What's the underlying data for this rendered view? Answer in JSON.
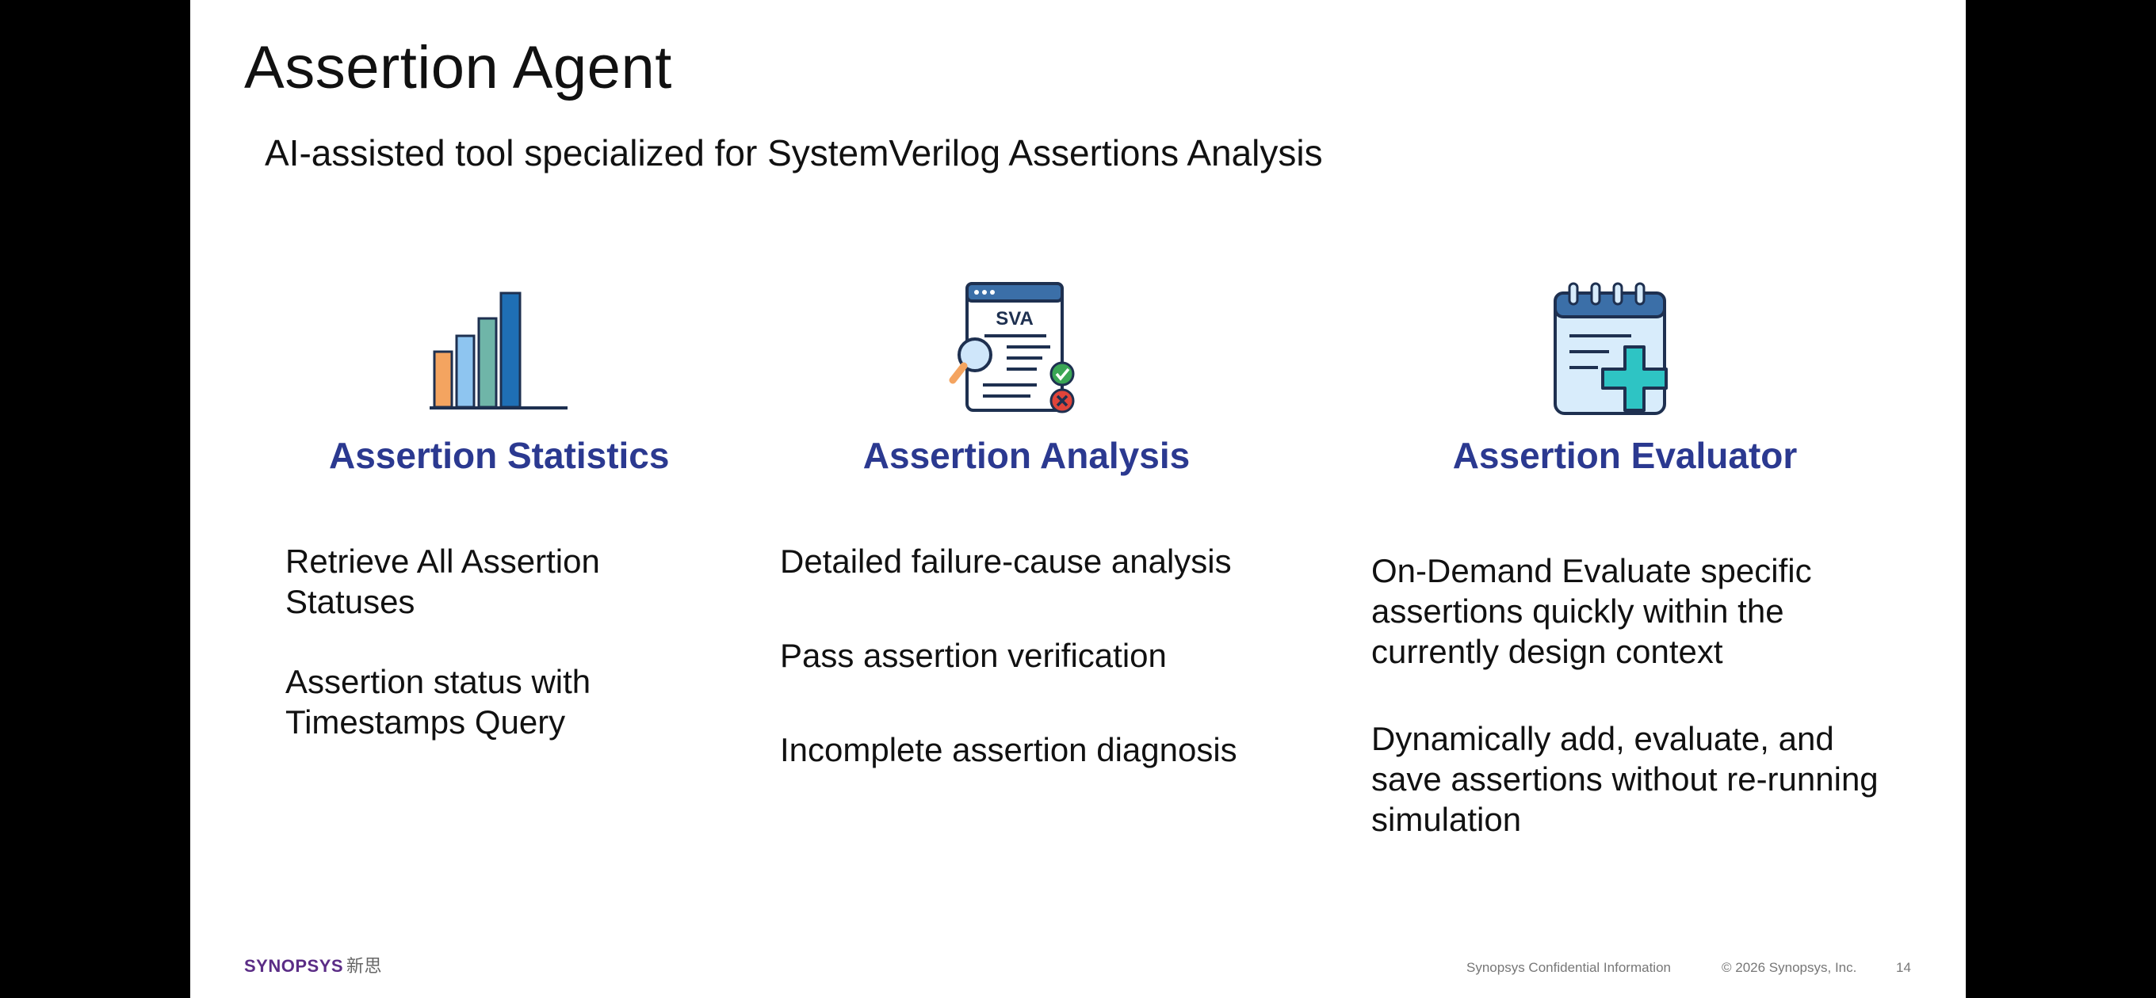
{
  "slide": {
    "title": "Assertion Agent",
    "subtitle": "AI-assisted tool specialized for SystemVerilog Assertions Analysis"
  },
  "columns": [
    {
      "heading": "Assertion Statistics",
      "icon": "bar-chart-icon",
      "bullets": [
        "Retrieve All Assertion Statuses",
        "Assertion status with Timestamps Query"
      ]
    },
    {
      "heading": "Assertion Analysis",
      "icon": "sva-document-icon",
      "icon_text": "SVA",
      "bullets": [
        "Detailed failure-cause analysis",
        "Pass assertion verification",
        "Incomplete assertion diagnosis"
      ]
    },
    {
      "heading": "Assertion Evaluator",
      "icon": "calendar-add-icon",
      "bullets": [
        "On-Demand Evaluate specific assertions quickly within the currently design context",
        "Dynamically add, evaluate, and save assertions without re-running simulation"
      ]
    }
  ],
  "footer": {
    "logo": "SYNOPSYS",
    "logo_cjk": "新思",
    "confidential": "Synopsys Confidential Information",
    "copyright": "© 2026 Synopsys, Inc.",
    "page_number": "14"
  },
  "colors": {
    "heading": "#2b3990",
    "bar_orange": "#f4a460",
    "bar_lightblue": "#8ec5f0",
    "bar_teal": "#6fb5a8",
    "bar_blue": "#1f6fb5",
    "plus_teal": "#2ec4c4"
  }
}
